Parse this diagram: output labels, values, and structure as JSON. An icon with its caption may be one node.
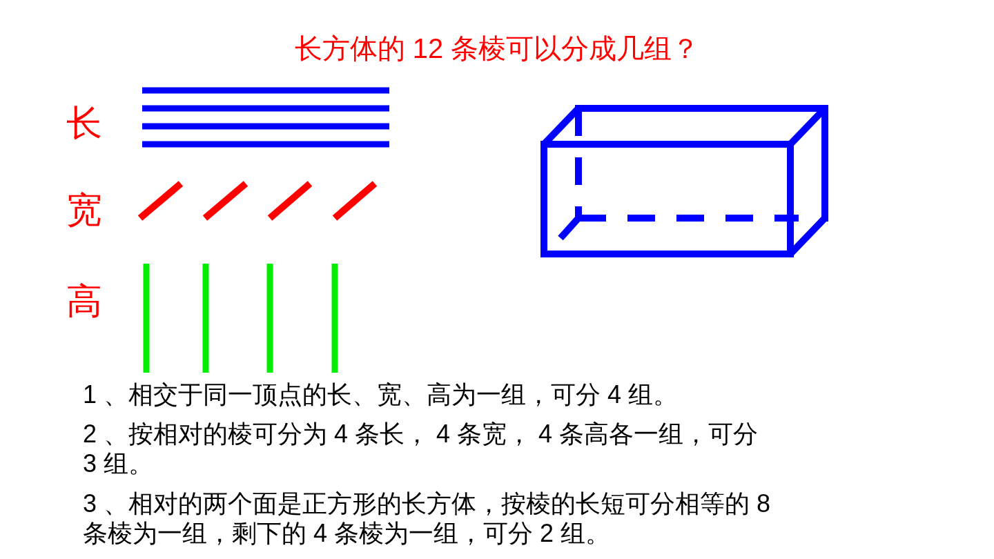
{
  "diagram": {
    "title": "长方体的 12 条棱可以分成几组？",
    "labels": [
      "长",
      "宽",
      "高",
      "1 、相交于同一顶点的长、宽、高为一组，可分 4 组。",
      "2 、按相对的棱可分为 4 条长， 4 条宽， 4 条高各一组，可分 3 组。",
      "3 、相对的两个面是正方形的长方体，按棱的长短可分相等的 8 条棱为一组，剩下的 4 条棱为一组，可分 2 组。"
    ]
  }
}
